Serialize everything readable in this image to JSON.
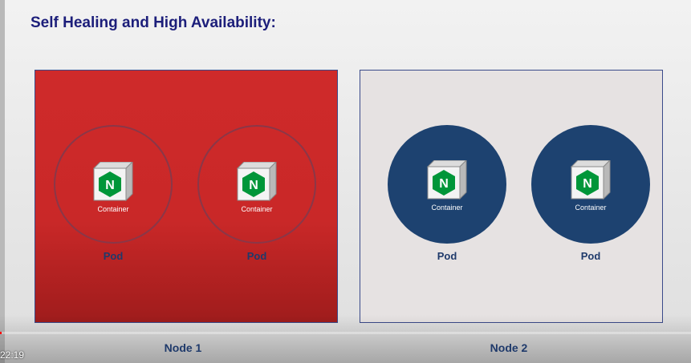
{
  "slide": {
    "title": "Self Healing and High Availability:"
  },
  "nodes": [
    {
      "label": "Node 1",
      "state": "failed",
      "color": "#c92828",
      "pods": [
        {
          "label": "Pod",
          "container": {
            "label": "Container",
            "icon": "nginx-icon",
            "glyph": "N"
          }
        },
        {
          "label": "Pod",
          "container": {
            "label": "Container",
            "icon": "nginx-icon",
            "glyph": "N"
          }
        }
      ]
    },
    {
      "label": "Node 2",
      "state": "running",
      "color": "#1d4270",
      "pods": [
        {
          "label": "Pod",
          "container": {
            "label": "Container",
            "icon": "nginx-icon",
            "glyph": "N"
          }
        },
        {
          "label": "Pod",
          "container": {
            "label": "Container",
            "icon": "nginx-icon",
            "glyph": "N"
          }
        }
      ]
    }
  ],
  "player": {
    "time": "22:19",
    "progress": 0.002,
    "progress_color": "#ff0000"
  }
}
